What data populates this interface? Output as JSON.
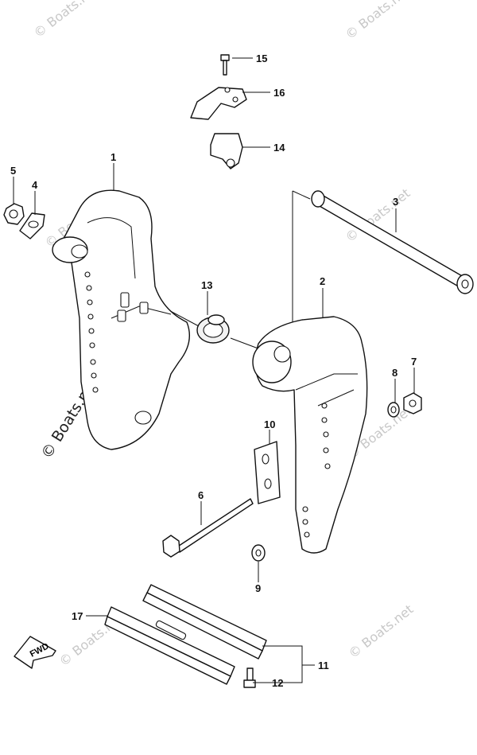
{
  "watermark": "© Boats.net",
  "fwd_label": "FWD",
  "parts": {
    "p1": "1",
    "p2": "2",
    "p3": "3",
    "p4": "4",
    "p5": "5",
    "p6": "6",
    "p7": "7",
    "p8": "8",
    "p9": "9",
    "p10": "10",
    "p11": "11",
    "p12": "12",
    "p13": "13",
    "p14": "14",
    "p15": "15",
    "p16": "16",
    "p17": "17"
  }
}
